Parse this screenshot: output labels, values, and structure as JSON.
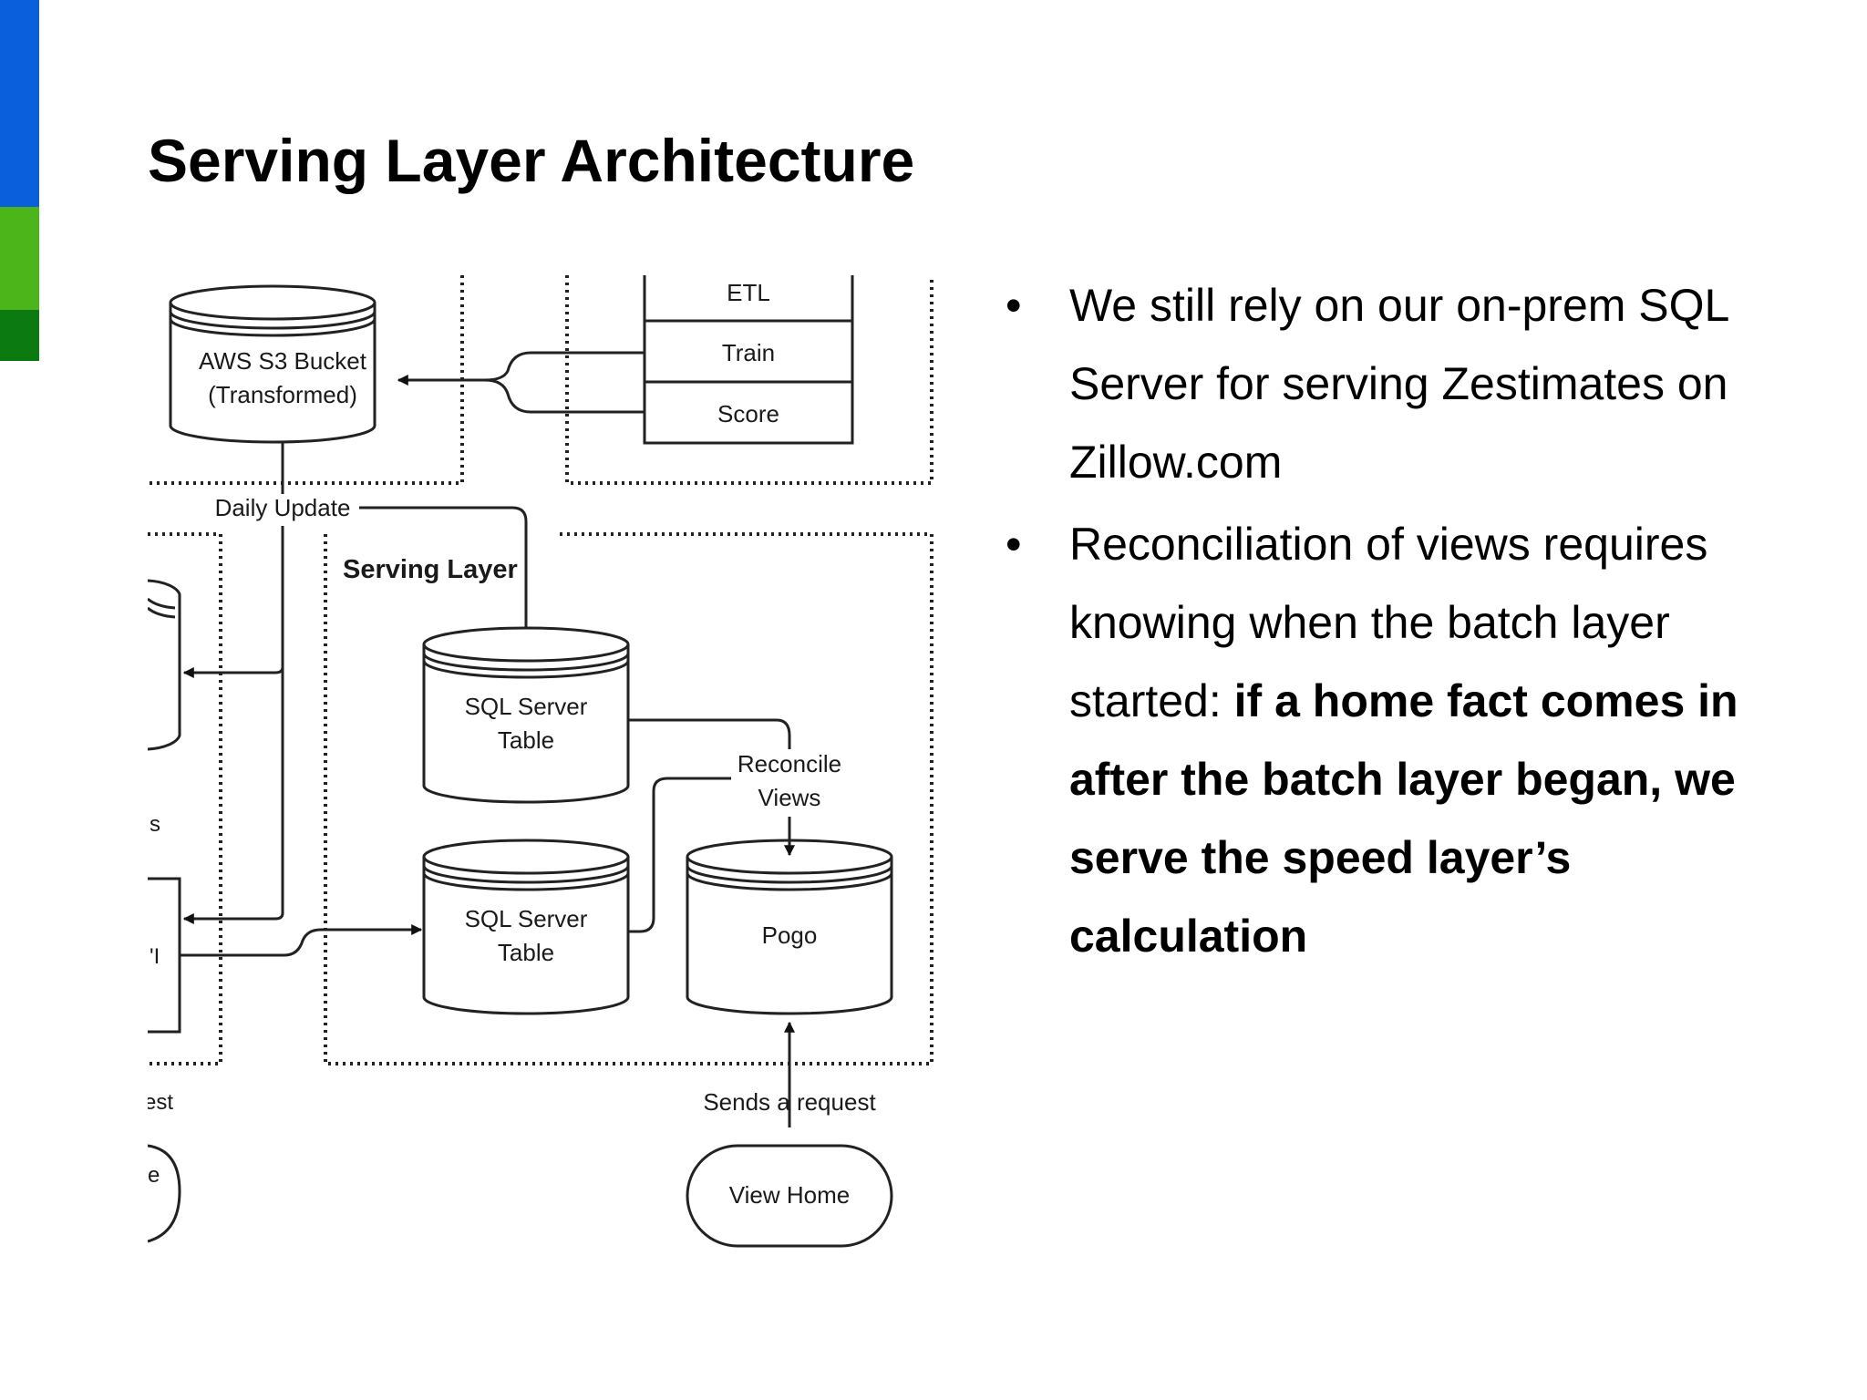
{
  "slide": {
    "title": "Serving Layer Architecture",
    "accent_colors": [
      "#0a5fdc",
      "#4cb51a",
      "#0b7a11"
    ]
  },
  "diagram": {
    "s3_bucket": {
      "line1": "AWS S3 Bucket",
      "line2": "(Transformed)"
    },
    "pipeline": [
      "ETL",
      "Train",
      "Score"
    ],
    "daily_update": "Daily Update",
    "serving_layer": "Serving Layer",
    "sql_table_1": {
      "line1": "SQL Server",
      "line2": "Table"
    },
    "sql_table_2": {
      "line1": "SQL Server",
      "line2": "Table"
    },
    "reconcile": {
      "line1": "Reconcile",
      "line2": "Views"
    },
    "pogo": "Pogo",
    "sends_request": "Sends a request",
    "view_home": "View Home",
    "cut_left_labels": [
      "s",
      "'I",
      "est",
      "e"
    ]
  },
  "bullets": [
    {
      "text": "We still rely on our on-prem SQL Server for serving Zestimates on Zillow.com",
      "bold": ""
    },
    {
      "text": "Reconciliation of views requires knowing when the batch layer started: ",
      "bold": "if a home fact comes in after the batch layer began, we serve the speed layer’s calculation"
    }
  ]
}
